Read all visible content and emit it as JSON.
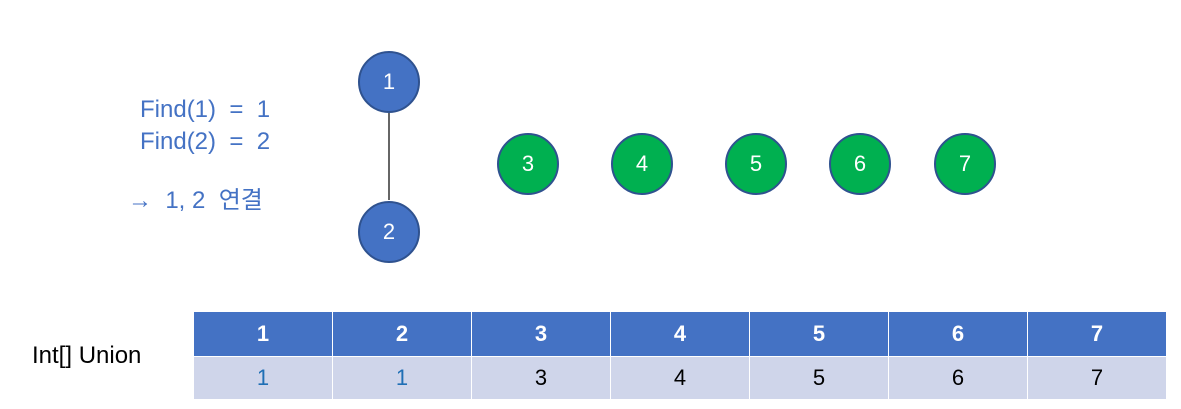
{
  "annotations": {
    "find1": "Find(1)  =  1",
    "find2": "Find(2)  =  2",
    "connect": "→  1, 2  연결"
  },
  "nodes": [
    {
      "id": "1",
      "label": "1",
      "color": "#4472c4"
    },
    {
      "id": "2",
      "label": "2",
      "color": "#4472c4"
    },
    {
      "id": "3",
      "label": "3",
      "color": "#00b050"
    },
    {
      "id": "4",
      "label": "4",
      "color": "#00b050"
    },
    {
      "id": "5",
      "label": "5",
      "color": "#00b050"
    },
    {
      "id": "6",
      "label": "6",
      "color": "#00b050"
    },
    {
      "id": "7",
      "label": "7",
      "color": "#00b050"
    }
  ],
  "edges": [
    {
      "from": "1",
      "to": "2"
    }
  ],
  "array": {
    "label": "Int[] Union",
    "indices": [
      "1",
      "2",
      "3",
      "4",
      "5",
      "6",
      "7"
    ],
    "values": [
      "1",
      "1",
      "3",
      "4",
      "5",
      "6",
      "7"
    ]
  },
  "colors": {
    "node_blue": "#4472c4",
    "node_green": "#00b050",
    "header": "#4472c4",
    "row": "#cfd5ea",
    "changed_value": "#1f6fb5"
  }
}
